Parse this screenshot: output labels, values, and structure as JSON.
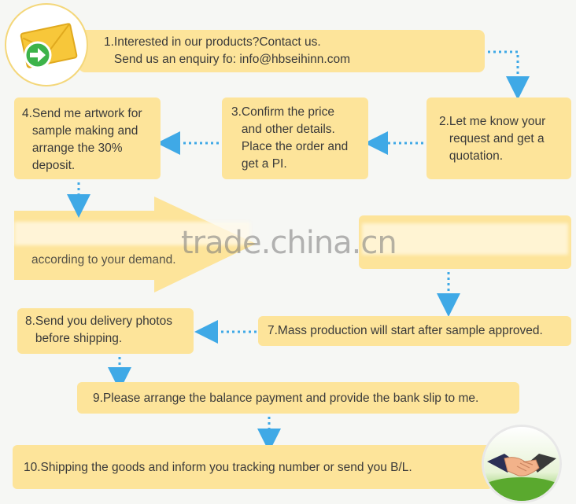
{
  "steps": {
    "s1": {
      "line1": "1.Interested in our products?Contact us.",
      "line2": "   Send us an enquiry fo: info@hbseihinn.com"
    },
    "s2": {
      "text": "2.Let me know your\n   request and get a\n   quotation."
    },
    "s3": {
      "text": "3.Confirm the price\n   and other details.\n   Place the order and\n   get a PI."
    },
    "s4": {
      "text": "4.Send me artwork for\n   sample making and\n   arrange the 30%\n   deposit."
    },
    "s5": {
      "text": "according to your demand."
    },
    "s7": {
      "text": "7.Mass production will start after sample approved."
    },
    "s8": {
      "text": "8.Send you delivery photos\n   before shipping."
    },
    "s9": {
      "text": "9.Please arrange the balance payment and provide the bank slip to me."
    },
    "s10": {
      "text": "10.Shipping the goods and inform you tracking number or send you B/L."
    }
  },
  "watermark": "trade.china.cn",
  "icons": {
    "top_left": "envelope-arrow-icon",
    "bottom_right": "handshake-icon"
  },
  "colors": {
    "box_fill": "#fde49a",
    "arrow": "#3fa9e6",
    "big_arrow": "#fde49a"
  }
}
